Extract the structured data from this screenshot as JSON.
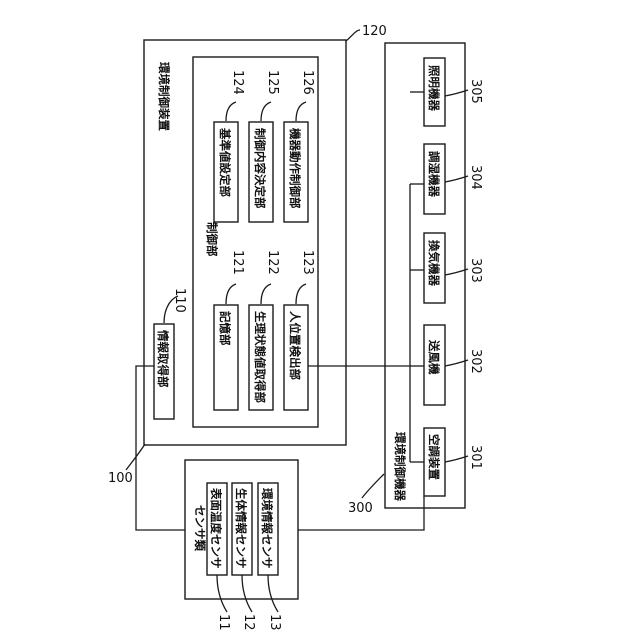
{
  "diagram": {
    "env_controller": {
      "label": "環境制御装置",
      "ref": "120"
    },
    "controller": {
      "label": "制御部"
    },
    "info_acquirer": {
      "label": "情報取得部",
      "ref": "110"
    },
    "memory": {
      "label": "記憶部",
      "ref": "121"
    },
    "physio_acquirer": {
      "label": "生理状態値取得部",
      "ref": "122"
    },
    "position_detector": {
      "label": "人位置検出部",
      "ref": "123"
    },
    "reference_setter": {
      "label": "基準値設定部",
      "ref": "124"
    },
    "content_decider": {
      "label": "制御内容決定部",
      "ref": "125"
    },
    "device_controller": {
      "label": "機器動作制御部",
      "ref": "126"
    },
    "system_ref": "100",
    "sensors": {
      "label": "センサ類"
    },
    "surface_temp": {
      "label": "表面温度センサ",
      "ref": "11"
    },
    "bio_info": {
      "label": "生体情報センサ",
      "ref": "12"
    },
    "env_info": {
      "label": "環境情報センサ",
      "ref": "13"
    },
    "env_devices": {
      "label": "環境制御機器",
      "ref": "300"
    },
    "ac": {
      "label": "空調装置",
      "ref": "301"
    },
    "fan": {
      "label": "送風機",
      "ref": "302"
    },
    "ventilator": {
      "label": "換気機器",
      "ref": "303"
    },
    "humidity": {
      "label": "調湿機器",
      "ref": "304"
    },
    "lighting": {
      "label": "照明機器",
      "ref": "305"
    }
  }
}
